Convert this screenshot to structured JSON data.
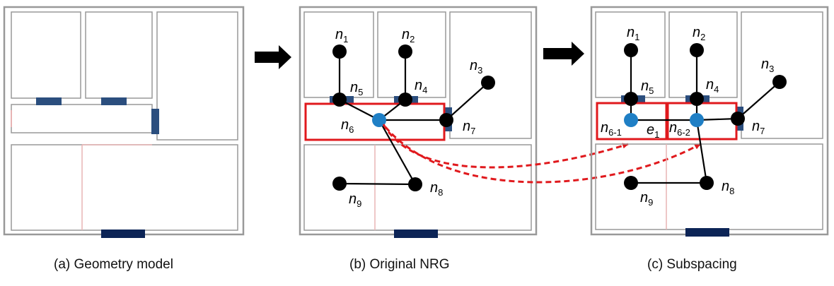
{
  "panels": [
    {
      "id": "a",
      "caption": "(a) Geometry model"
    },
    {
      "id": "b",
      "caption": "(b) Original NRG"
    },
    {
      "id": "c",
      "caption": "(c) Subspacing"
    }
  ],
  "colors": {
    "wall": "#999999",
    "door": "#2b4e7e",
    "main_door": "#0c2456",
    "node": "#000000",
    "node_highlight": "#1f7fc5",
    "highlight": "#e0191d",
    "faint_line": "#e8b4b4"
  },
  "labels": {
    "n1": {
      "base": "n",
      "sub": "1"
    },
    "n2": {
      "base": "n",
      "sub": "2"
    },
    "n3": {
      "base": "n",
      "sub": "3"
    },
    "n4": {
      "base": "n",
      "sub": "4"
    },
    "n5": {
      "base": "n",
      "sub": "5"
    },
    "n6": {
      "base": "n",
      "sub": "6"
    },
    "n7": {
      "base": "n",
      "sub": "7"
    },
    "n8": {
      "base": "n",
      "sub": "8"
    },
    "n9": {
      "base": "n",
      "sub": "9"
    },
    "n6_1": {
      "base": "n",
      "sub": "6-1"
    },
    "n6_2": {
      "base": "n",
      "sub": "6-2"
    },
    "e1": {
      "base": "e",
      "sub": "1"
    }
  }
}
